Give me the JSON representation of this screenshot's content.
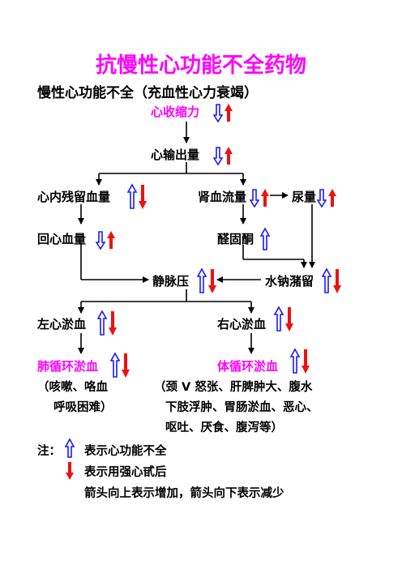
{
  "title": "抗慢性心功能不全药物",
  "subtitle": "慢性心功能不全（充血性心力衰竭）",
  "nodes": {
    "contractility": "心收缩力",
    "cardiac_output": "心输出量",
    "residual_volume": "心内残留血量",
    "renal_flow": "肾血流量",
    "urine": "尿量",
    "return_volume": "回心血量",
    "aldosterone": "醛固酮",
    "venous_pressure": "静脉压",
    "sodium_water": "水钠潴留",
    "left_congestion": "左心淤血",
    "right_congestion": "右心淤血",
    "pulmonary_congestion": "肺循环淤血",
    "systemic_congestion": "体循环淤血"
  },
  "symptoms": {
    "pulmonary_line1": "（咳嗽、咯血",
    "pulmonary_line2": "呼吸困难）",
    "systemic_line1": "（颈 V 怒张、肝脾肿大、腹水",
    "systemic_line2": "下肢浮肿、胃肠淤血、恶心、",
    "systemic_line3": "呕吐、厌食、腹泻等）"
  },
  "legend": {
    "prefix": "注：",
    "hollow_arrow_meaning": "表示心功能不全",
    "solid_arrow_meaning": "表示用强心甙后",
    "direction_note": "箭头向上表示增加，箭头向下表示减少"
  },
  "colors": {
    "title": "#ff00ff",
    "hollow_arrow": "#1a1aff",
    "solid_arrow": "#ee1111",
    "text": "#000000"
  }
}
